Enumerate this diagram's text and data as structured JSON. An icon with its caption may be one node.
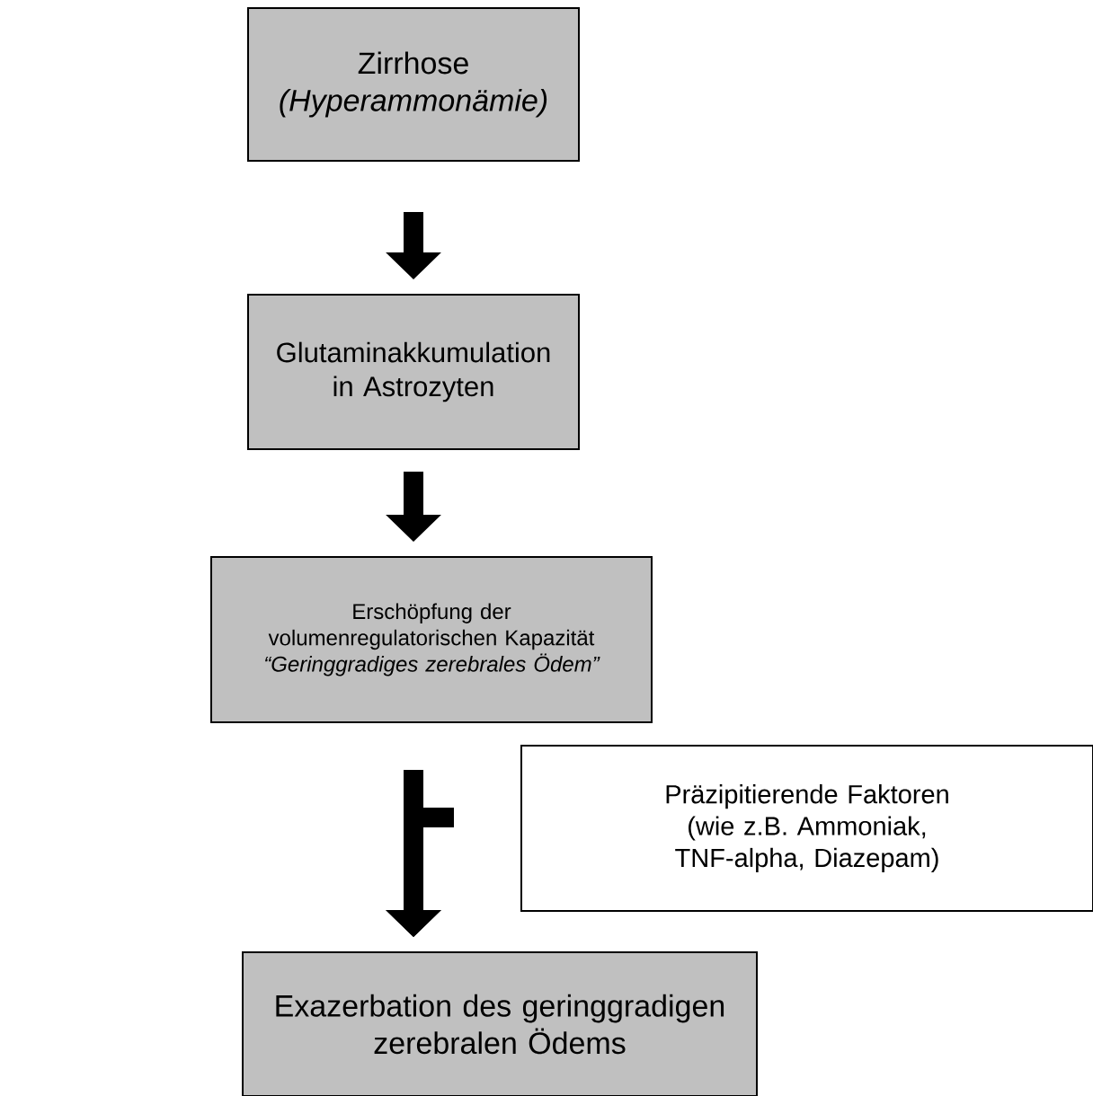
{
  "diagram": {
    "nodes": [
      {
        "text": [
          "Zirrhose",
          "(Hyperammonämie)"
        ]
      },
      {
        "text": [
          "Glutaminakkumulation in Astrozyten"
        ]
      },
      {
        "text": [
          "Erschöpfung der volumenregulatorischen Kapazität",
          "“Geringgradiges zerebrales Ödem”"
        ]
      },
      {
        "text": [
          "Exazerbation des geringgradigen zerebralen Ödems"
        ]
      },
      {
        "text": [
          "Präzipitierende Faktoren (wie z.B. Ammoniak, TNF-alpha, Diazepam)"
        ]
      }
    ],
    "edges": [
      {
        "from": 0,
        "to": 1,
        "arrow": "to"
      },
      {
        "from": 1,
        "to": 2,
        "arrow": "to"
      },
      {
        "from": 2,
        "to": 3,
        "arrow": "to"
      },
      {
        "from": 4,
        "to": 3,
        "arrow": "to"
      }
    ]
  }
}
